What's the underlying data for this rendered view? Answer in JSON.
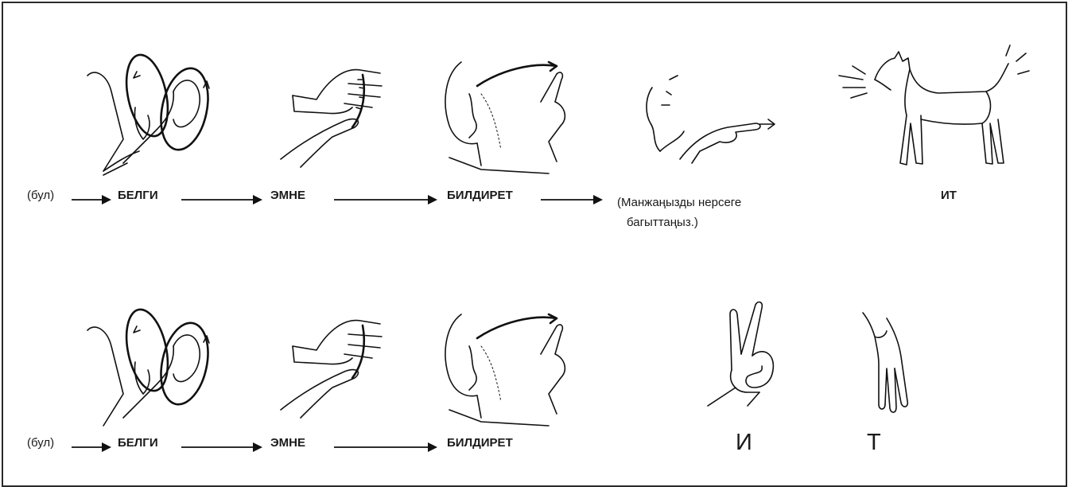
{
  "row1": {
    "prefix": "(бул)",
    "words": [
      "БЕЛГИ",
      "ЭМНЕ",
      "БИЛДИРЕТ"
    ],
    "note_line1": "(Манжаңызды нерсеге",
    "note_line2": "багыттаңыз.)",
    "answer": "ИТ"
  },
  "row2": {
    "prefix": "(бул)",
    "words": [
      "БЕЛГИ",
      "ЭМНЕ",
      "БИЛДИРЕТ"
    ],
    "letters": [
      "И",
      "Т"
    ]
  },
  "illustrations": {
    "sign_belgi": "sign-belgi-icon",
    "sign_emne": "sign-emne-icon",
    "sign_bildiret": "sign-bildiret-icon",
    "point": "point-at-object-icon",
    "dog": "dog-icon",
    "letter_i": "fingerspell-i-icon",
    "letter_t": "fingerspell-t-icon"
  }
}
